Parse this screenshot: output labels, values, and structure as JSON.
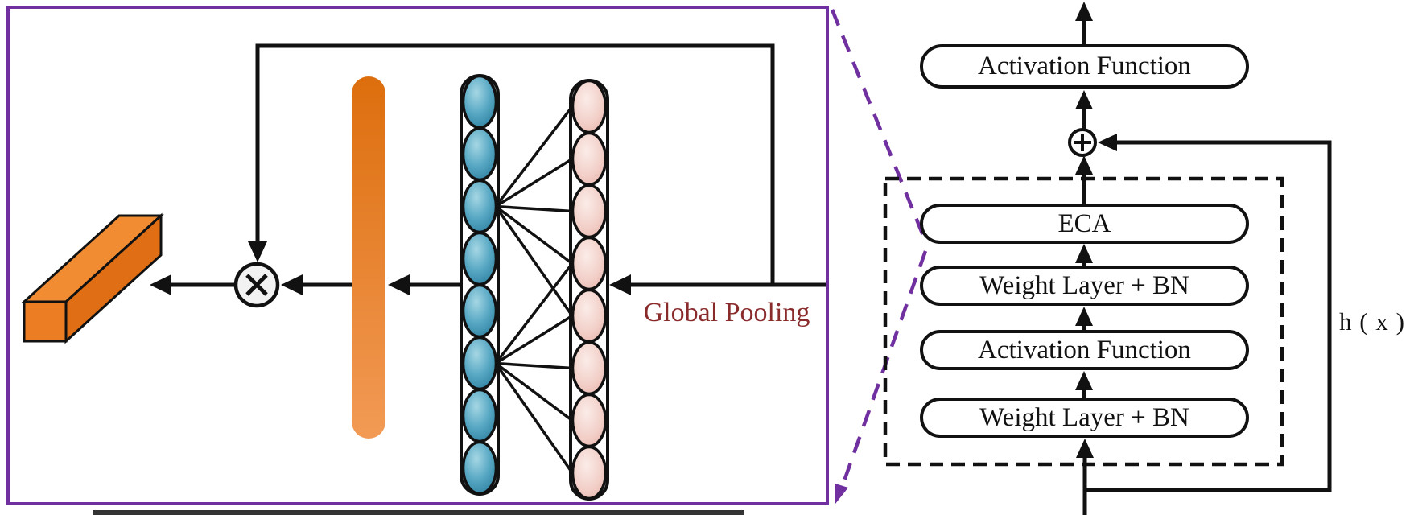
{
  "figure": {
    "title": "ECA residual block architecture diagram"
  },
  "left_panel": {
    "global_pooling_label": "Global Pooling",
    "multiply_symbol": "⊗",
    "border_color": "#7030a0",
    "label_color": "#8a2b2b",
    "blue_node_count": 8,
    "pink_node_count": 8,
    "fans": [
      {
        "source_index": 2,
        "target_indices": [
          0,
          1,
          2,
          3,
          4
        ]
      },
      {
        "source_index": 5,
        "target_indices": [
          3,
          4,
          5,
          6,
          7
        ]
      }
    ],
    "colors": {
      "feature_bar_orange": "#e87a22",
      "blue_node": "#58a8c4",
      "pink_node": "#f2cfc8"
    }
  },
  "right_panel": {
    "add_symbol": "⊕",
    "skip_label": "h ( x )",
    "boxes": [
      {
        "label": "Activation Function"
      },
      {
        "label": "ECA"
      },
      {
        "label": "Weight Layer + BN"
      },
      {
        "label": "Activation Function"
      },
      {
        "label": "Weight Layer + BN"
      }
    ]
  }
}
